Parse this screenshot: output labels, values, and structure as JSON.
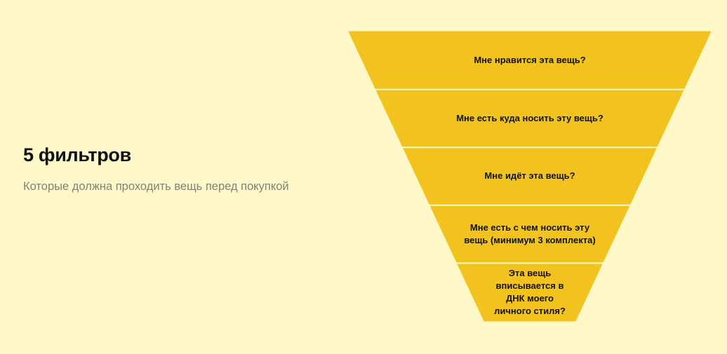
{
  "intro": {
    "title": "5 фильтров",
    "subtitle": "Которые должна проходить вещь перед покупкой"
  },
  "funnel": {
    "fill_color": "#f2c31f",
    "background_color": "#fff8c8",
    "levels": [
      {
        "label": "Мне нравится эта вещь?"
      },
      {
        "label": "Мне есть куда носить эту вещь?"
      },
      {
        "label": "Мне идёт эта вещь?"
      },
      {
        "label": "Мне есть с чем носить эту вещь (минимум 3 комплекта)"
      },
      {
        "label": "Эта вещь вписывается в ДНК моего личного стиля?"
      }
    ]
  }
}
